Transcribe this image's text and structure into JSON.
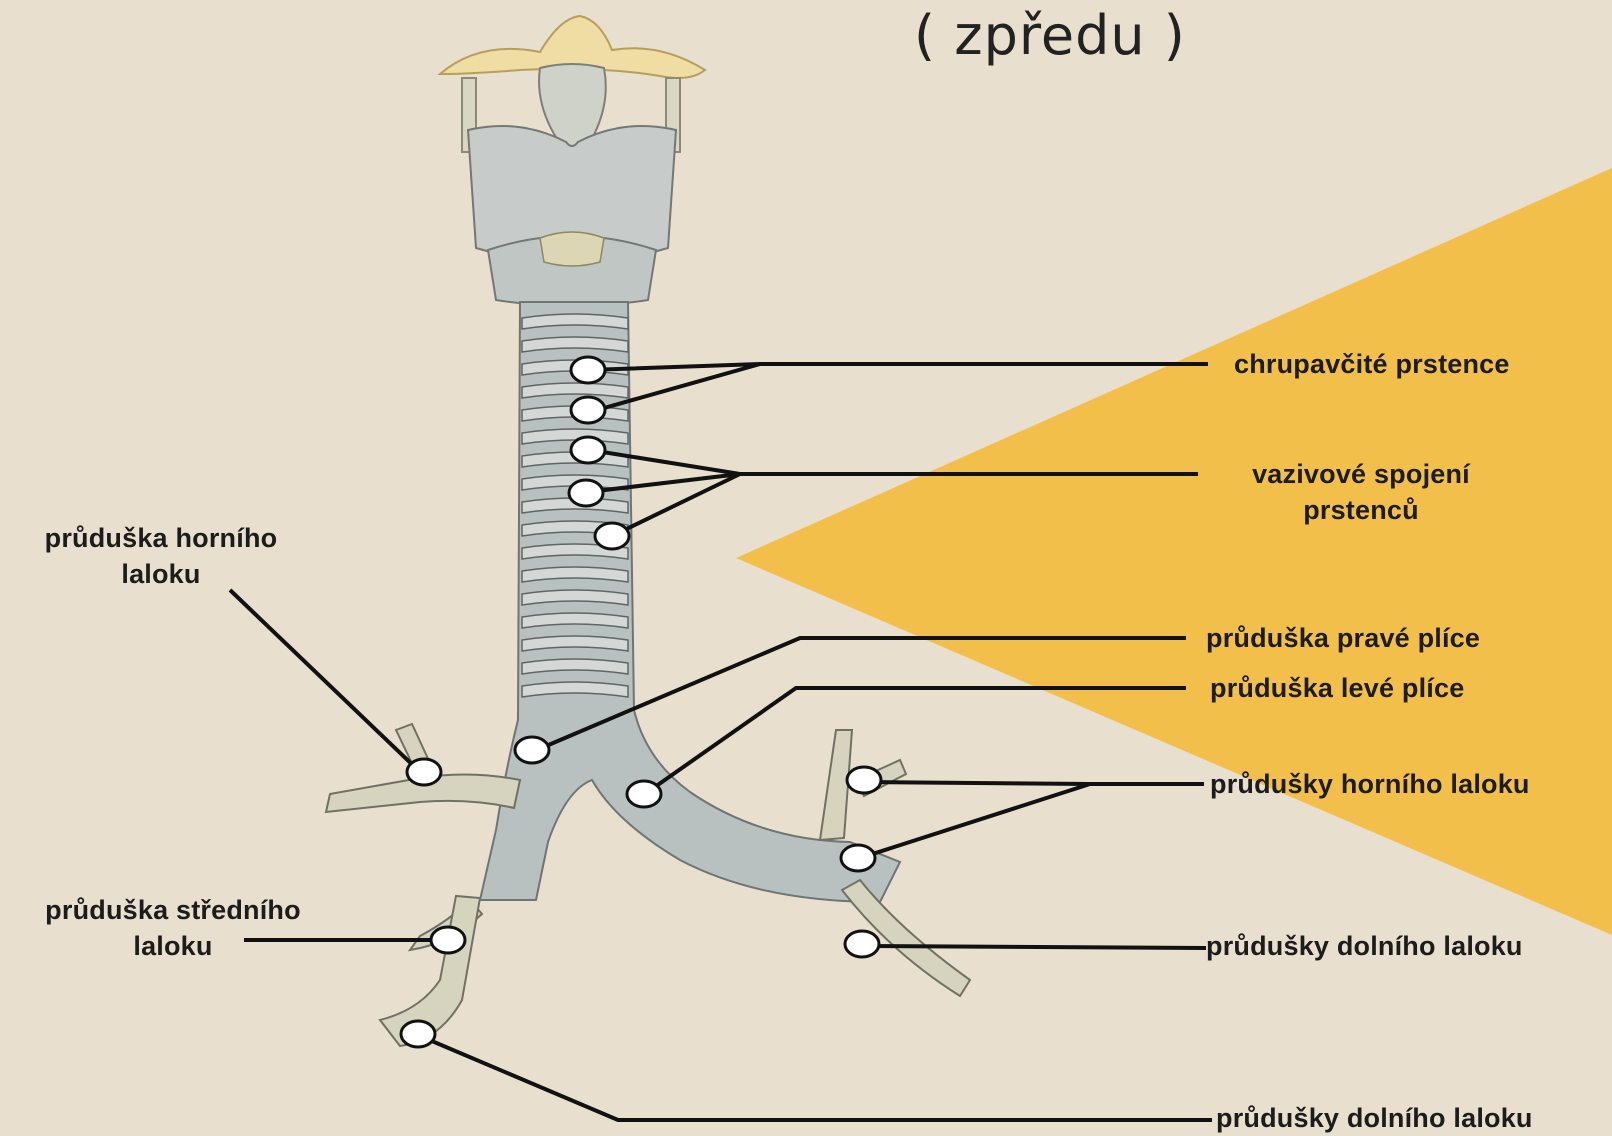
{
  "title": "( zpředu )",
  "labels": {
    "chrupavcite_prstence": "chrupavčité prstence",
    "vazivove_spojeni_line1": "vazivové spojení",
    "vazivove_spojeni_line2": "prstenců",
    "pruduska_prave_plice": "průduška pravé plíce",
    "pruduska_leve_plice": "průduška levé plíce",
    "prudusky_horniho_laloku": "průdušky horního laloku",
    "prudusky_dolniho_laloku_left": "průdušky dolního laloku",
    "prudusky_dolniho_laloku_bottom": "průdušky dolního laloku",
    "pruduska_horniho_laloku_line1": "průduška horního",
    "pruduska_horniho_laloku_line2": "laloku",
    "pruduska_stredniho_laloku_line1": "průduška středního",
    "pruduska_stredniho_laloku_line2": "laloku"
  },
  "colors": {
    "background": "#e8dfcf",
    "accent_wedge": "#f2bf4a",
    "cartilage": "#b9c1c0",
    "hyoid": "#efdda4",
    "leader_line": "#111111"
  }
}
